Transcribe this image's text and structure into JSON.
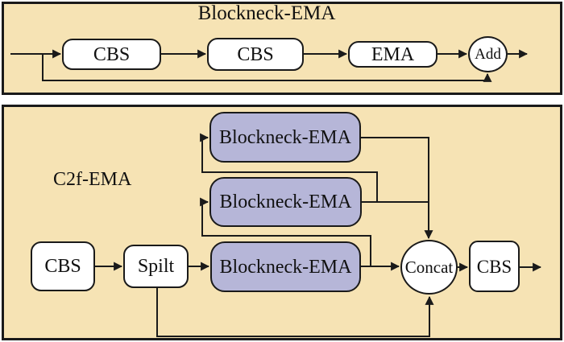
{
  "colors": {
    "panel_bg": "#F6E3B4",
    "block_fill": "#B6B6D8",
    "node_fill": "#FFFFFF",
    "line": "#1A1A1A",
    "page_bg": "#FFFFFF"
  },
  "top_panel": {
    "title": "Blockneck-EMA",
    "cbs1": "CBS",
    "cbs2": "CBS",
    "ema": "EMA",
    "add": "Add"
  },
  "bottom_panel": {
    "title": "C2f-EMA",
    "cbs_in": "CBS",
    "split": "Spilt",
    "block1": "Blockneck-EMA",
    "block2": "Blockneck-EMA",
    "block3": "Blockneck-EMA",
    "concat": "Concat",
    "cbs_out": "CBS"
  }
}
